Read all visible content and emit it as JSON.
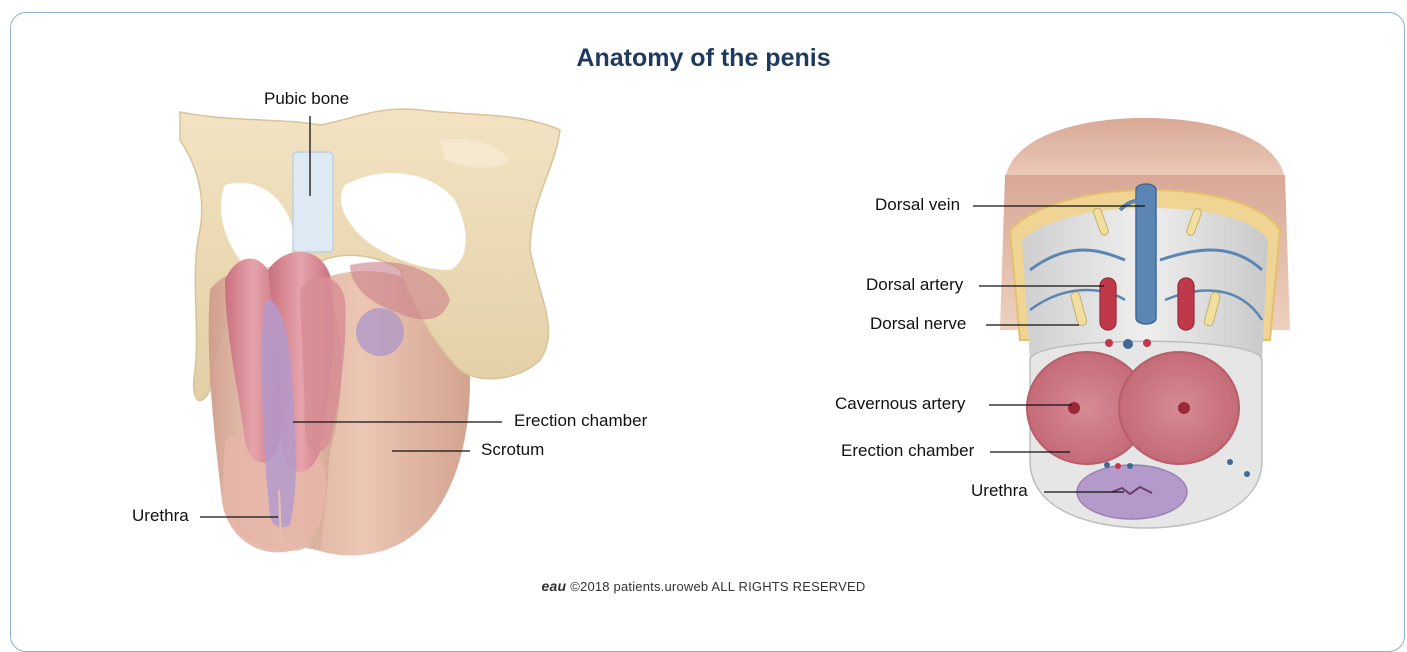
{
  "title": "Anatomy of the penis",
  "left_labels": {
    "pubic_bone": "Pubic bone",
    "erection_chamber": "Erection chamber",
    "scrotum": "Scrotum",
    "urethra": "Urethra"
  },
  "right_labels": {
    "dorsal_vein": "Dorsal vein",
    "dorsal_artery": "Dorsal artery",
    "dorsal_nerve": "Dorsal nerve",
    "cavernous_artery": "Cavernous artery",
    "erection_chamber": "Erection chamber",
    "urethra": "Urethra"
  },
  "footer": {
    "logo": "eau",
    "copyright": "©2018 patients.uroweb ALL RIGHTS RESERVED"
  },
  "colors": {
    "title": "#1f3a5f",
    "bone": "#efdcb6",
    "erectile_tissue": "#d88a95",
    "vein": "#5b86b3",
    "artery": "#c0394b",
    "nerve": "#f0dfa0",
    "skin": "#e4b9a4",
    "urethra": "#b79bc8"
  }
}
